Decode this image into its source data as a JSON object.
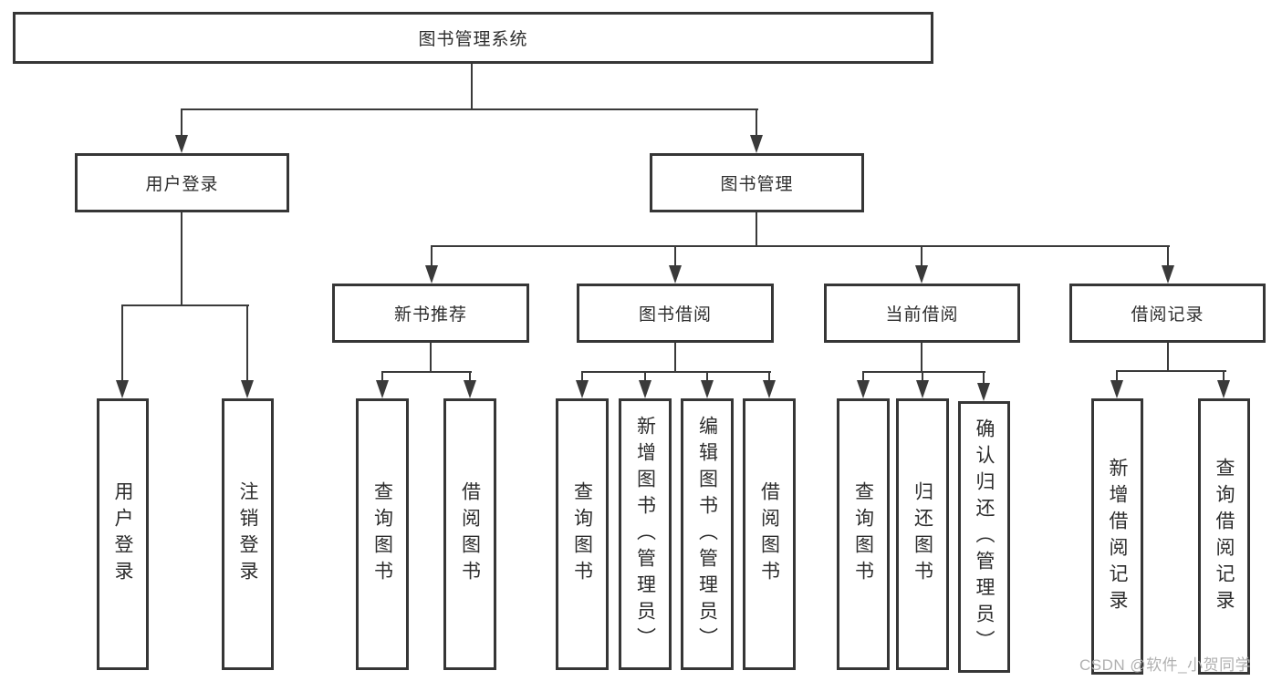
{
  "watermark": "CSDN @软件_小贺同学",
  "colors": {
    "background": "#ffffff",
    "box_border": "#363636",
    "line": "#3a3a3a",
    "text": "#2d2d2d",
    "watermark": "#b0b0b0"
  },
  "tree": {
    "root": "图书管理系统",
    "level2": [
      {
        "label": "用户登录",
        "leaves": [
          "用户登录",
          "注销登录"
        ]
      },
      {
        "label": "图书管理"
      }
    ],
    "level3": [
      {
        "label": "新书推荐",
        "leaves": [
          "查询图书",
          "借阅图书"
        ]
      },
      {
        "label": "图书借阅",
        "leaves": [
          "查询图书",
          "新增图书（管理员）",
          "编辑图书（管理员）",
          "借阅图书"
        ]
      },
      {
        "label": "当前借阅",
        "leaves": [
          "查询图书",
          "归还图书",
          "确认归还（管理员）"
        ]
      },
      {
        "label": "借阅记录",
        "leaves": [
          "新增借阅记录",
          "查询借阅记录"
        ]
      }
    ]
  }
}
